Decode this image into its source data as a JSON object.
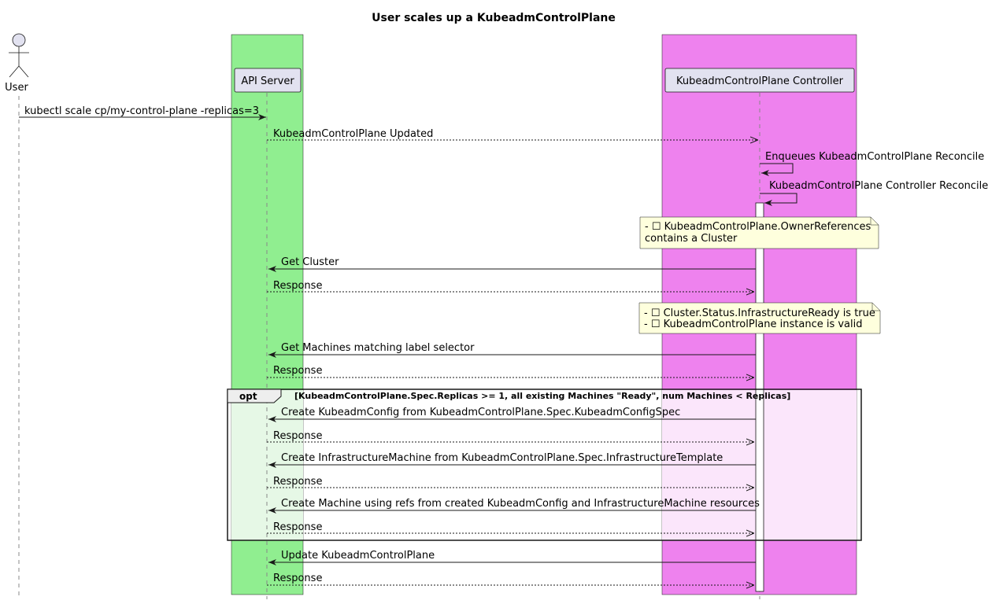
{
  "title": "User scales up a KubeadmControlPlane",
  "participants": {
    "user": "User",
    "api": "API Server",
    "kcp": "KubeadmControlPlane Controller"
  },
  "colors": {
    "api_box": "#90EE90",
    "kcp_box": "#EE82EE",
    "note_fill": "#FEFFDD",
    "participant_fill": "#E2E2F0"
  },
  "messages": [
    {
      "text": "kubectl scale cp/my-control-plane -replicas=3"
    },
    {
      "text": "KubeadmControlPlane Updated"
    },
    {
      "text": "Enqueues KubeadmControlPlane Reconcile"
    },
    {
      "text": "KubeadmControlPlane Controller Reconcile"
    },
    {
      "text": "Get Cluster"
    },
    {
      "text": "Response"
    },
    {
      "text": "Get Machines matching label selector"
    },
    {
      "text": "Response"
    },
    {
      "text": "Create KubeadmConfig from KubeadmControlPlane.Spec.KubeadmConfigSpec"
    },
    {
      "text": "Response"
    },
    {
      "text": "Create InfrastructureMachine from KubeadmControlPlane.Spec.InfrastructureTemplate"
    },
    {
      "text": "Response"
    },
    {
      "text": "Create Machine using refs from created KubeadmConfig and InfrastructureMachine resources"
    },
    {
      "text": "Response"
    },
    {
      "text": "Update KubeadmControlPlane"
    },
    {
      "text": "Response"
    }
  ],
  "notes": [
    {
      "lines": [
        "- ☐ KubeadmControlPlane.OwnerReferences",
        "contains a Cluster"
      ]
    },
    {
      "lines": [
        "- ☐ Cluster.Status.InfrastructureReady is true",
        "- ☐ KubeadmControlPlane instance is valid"
      ]
    }
  ],
  "opt_frame": {
    "keyword": "opt",
    "condition": "[KubeadmControlPlane.Spec.Replicas >= 1, all existing Machines \"Ready\", num Machines < Replicas]"
  }
}
